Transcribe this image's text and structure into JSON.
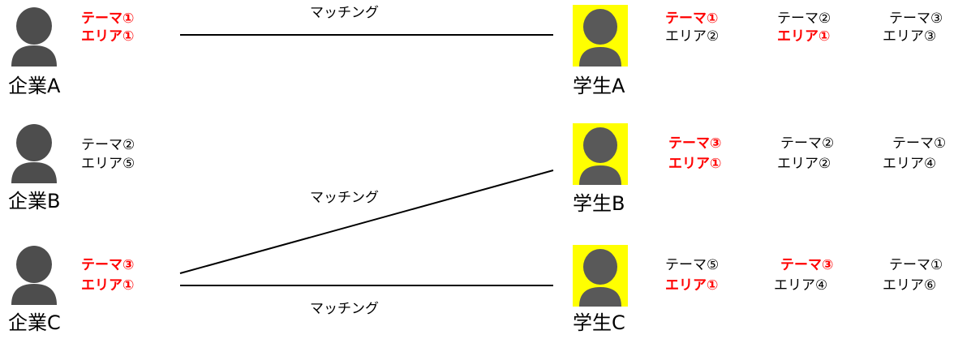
{
  "companies": [
    {
      "name": "企業A",
      "theme": "テーマ①",
      "area": "エリア①",
      "highlight": true
    },
    {
      "name": "企業B",
      "theme": "テーマ②",
      "area": "エリア⑤",
      "highlight": false
    },
    {
      "name": "企業C",
      "theme": "テーマ③",
      "area": "エリア①",
      "highlight": true
    }
  ],
  "students": [
    {
      "name": "学生A",
      "prefs": [
        {
          "theme": "テーマ①",
          "area": "エリア②",
          "theme_hl": true,
          "area_hl": false
        },
        {
          "theme": "テーマ②",
          "area": "エリア①",
          "theme_hl": false,
          "area_hl": true
        },
        {
          "theme": "テーマ③",
          "area": "エリア③",
          "theme_hl": false,
          "area_hl": false
        }
      ]
    },
    {
      "name": "学生B",
      "prefs": [
        {
          "theme": "テーマ③",
          "area": "エリア①",
          "theme_hl": true,
          "area_hl": true
        },
        {
          "theme": "テーマ②",
          "area": "エリア②",
          "theme_hl": false,
          "area_hl": false
        },
        {
          "theme": "テーマ①",
          "area": "エリア④",
          "theme_hl": false,
          "area_hl": false
        }
      ]
    },
    {
      "name": "学生C",
      "prefs": [
        {
          "theme": "テーマ⑤",
          "area": "エリア①",
          "theme_hl": false,
          "area_hl": true
        },
        {
          "theme": "テーマ③",
          "area": "エリア④",
          "theme_hl": true,
          "area_hl": false
        },
        {
          "theme": "テーマ①",
          "area": "エリア⑥",
          "theme_hl": false,
          "area_hl": false
        }
      ]
    }
  ],
  "matching_label": "マッチング",
  "colors": {
    "highlight": "#ff0000",
    "student_bg": "#ffff00",
    "person": "#595959",
    "company_person": "#4d4d4d"
  }
}
